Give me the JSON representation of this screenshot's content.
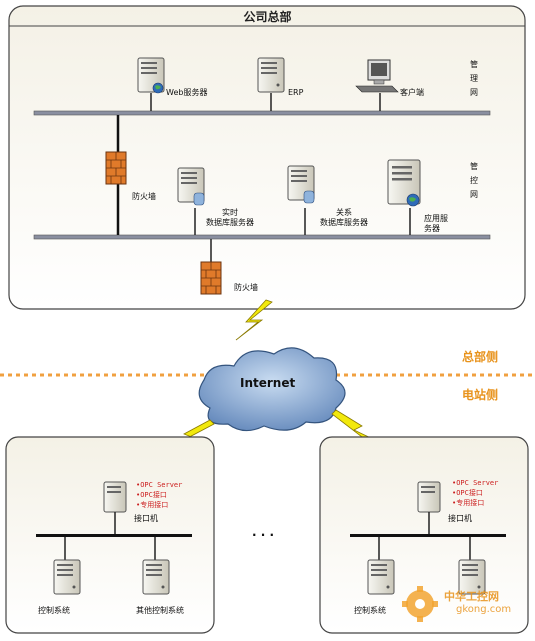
{
  "hq": {
    "title": "公司总部",
    "net_mgmt": "管\n理\n网",
    "net_ctrl": "管\n控\n网"
  },
  "servers": {
    "web": "Web服务器",
    "erp": "ERP",
    "client": "客户端",
    "realtime": "实时\n数据库服务器",
    "relational": "关系\n数据库服务器",
    "app": "应用服\n务器"
  },
  "firewall": {
    "inner": "防火墙",
    "outer": "防火墙"
  },
  "cloud": {
    "label": "Internet"
  },
  "sides": {
    "hq": "总部侧",
    "station": "电站侧"
  },
  "station": {
    "items": [
      "•OPC Server",
      "•OPC接口",
      "•专用接口"
    ],
    "interface": "接口机",
    "control": "控制系统",
    "other_control": "其他控制系统",
    "ellipsis": "· · ·"
  },
  "watermark": {
    "brand": "中华工控网",
    "url": "gkong.com"
  },
  "colors": {
    "lightning": "#f2e90c",
    "firewall": "#e07a2a",
    "dash": "#f0a040",
    "cloud": "#6f95c4"
  }
}
